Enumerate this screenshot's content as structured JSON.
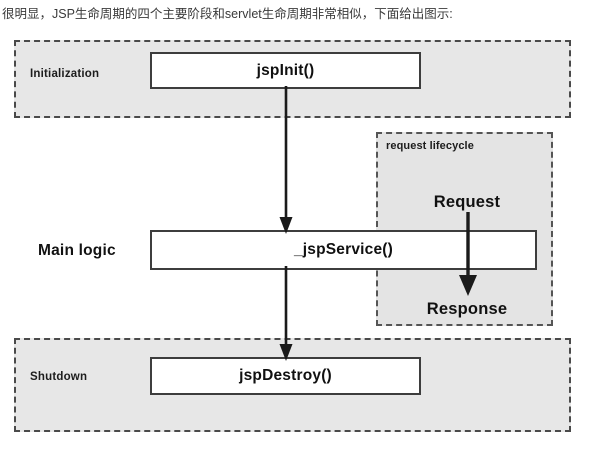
{
  "caption": "很明显，JSP生命周期的四个主要阶段和servlet生命周期非常相似，下面给出图示:",
  "diagram": {
    "title": "JSP lifecycle",
    "stages": [
      {
        "id": "initialization",
        "label": "Initialization",
        "method": "jspInit()"
      },
      {
        "id": "main-logic",
        "label": "Main logic",
        "method": "_jspService()"
      },
      {
        "id": "shutdown",
        "label": "Shutdown",
        "method": "jspDestroy()"
      }
    ],
    "request_lifecycle": {
      "label": "request lifecycle",
      "input": "Request",
      "output": "Response"
    },
    "flow_arrows": [
      {
        "from": "jspInit()",
        "to": "_jspService()"
      },
      {
        "from": "_jspService()",
        "to": "jspDestroy()"
      },
      {
        "from": "Request",
        "to": "Response"
      }
    ],
    "colors": {
      "stage_fill": "#e7e7e7",
      "stage_border": "#4a4a4a",
      "box_fill": "#ffffff",
      "box_border": "#3d3d3d",
      "arrow": "#1a1a1a",
      "text": "#101010",
      "caption_text": "#3a3a3a",
      "page_background": "#ffffff"
    }
  }
}
